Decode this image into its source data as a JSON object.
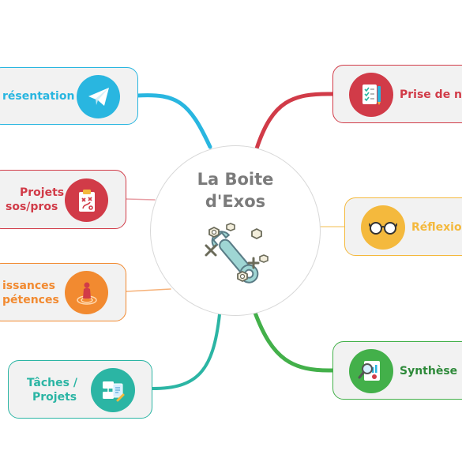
{
  "center": {
    "title_line1": "La Boite",
    "title_line2": "d'Exos",
    "icon": "wrench-and-nuts-icon"
  },
  "colors": {
    "blue": "#29b6e0",
    "red": "#d13b48",
    "orange": "#f28a30",
    "teal": "#2bb5a4",
    "yellow": "#f4b93d",
    "green": "#43b04a"
  },
  "branches": {
    "presentation": {
      "label": "résentation",
      "icon": "paper-plane-icon",
      "color": "#29b6e0"
    },
    "projets": {
      "line1": "Projets",
      "line2": "sos/pros",
      "icon": "clipboard-strategy-icon",
      "color": "#d13b48"
    },
    "competences": {
      "line1": "issances",
      "line2": "pétences",
      "icon": "target-person-icon",
      "color": "#f28a30"
    },
    "taches": {
      "line1": "Tâches /",
      "line2": "Projets",
      "icon": "flowchart-document-icon",
      "color": "#2bb5a4"
    },
    "prise": {
      "label": "Prise de n",
      "icon": "checklist-notes-icon",
      "color": "#d13b48"
    },
    "reflexion": {
      "label": "Réflexio",
      "icon": "glasses-icon",
      "color": "#f4b93d"
    },
    "synthese": {
      "label": "Synthèse",
      "icon": "magnifier-report-icon",
      "color": "#43b04a"
    }
  }
}
